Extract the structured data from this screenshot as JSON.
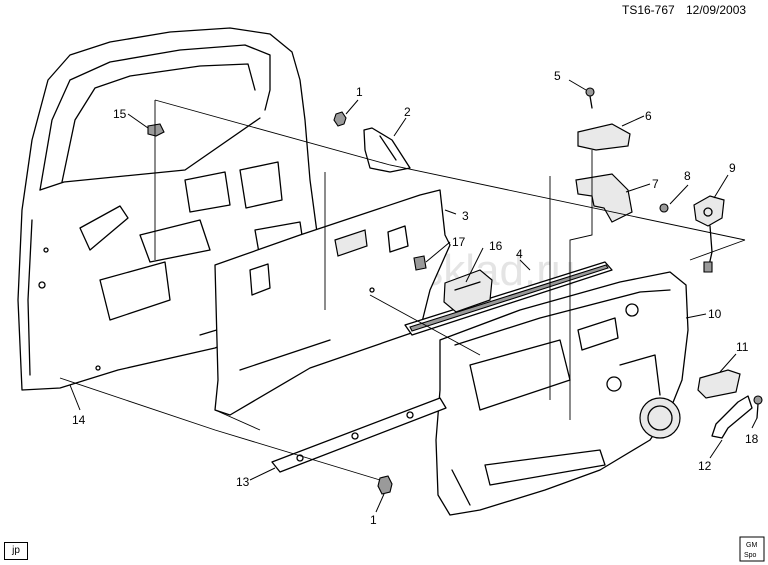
{
  "header": {
    "diagram_id": "TS16-767",
    "date": "12/09/2003"
  },
  "watermark": "www.gmsklad.ru",
  "artist_initials": "jp",
  "logo": {
    "line1": "GM",
    "line2": "Spo"
  },
  "callouts": [
    {
      "id": "c1a",
      "label": "1"
    },
    {
      "id": "c2",
      "label": "2"
    },
    {
      "id": "c3",
      "label": "3"
    },
    {
      "id": "c4",
      "label": "4"
    },
    {
      "id": "c5",
      "label": "5"
    },
    {
      "id": "c6",
      "label": "6"
    },
    {
      "id": "c7",
      "label": "7"
    },
    {
      "id": "c8",
      "label": "8"
    },
    {
      "id": "c9",
      "label": "9"
    },
    {
      "id": "c10",
      "label": "10"
    },
    {
      "id": "c11",
      "label": "11"
    },
    {
      "id": "c12",
      "label": "12"
    },
    {
      "id": "c13",
      "label": "13"
    },
    {
      "id": "c14",
      "label": "14"
    },
    {
      "id": "c15",
      "label": "15"
    },
    {
      "id": "c16",
      "label": "16"
    },
    {
      "id": "c17",
      "label": "17"
    },
    {
      "id": "c18",
      "label": "18"
    },
    {
      "id": "c1b",
      "label": "1"
    }
  ]
}
